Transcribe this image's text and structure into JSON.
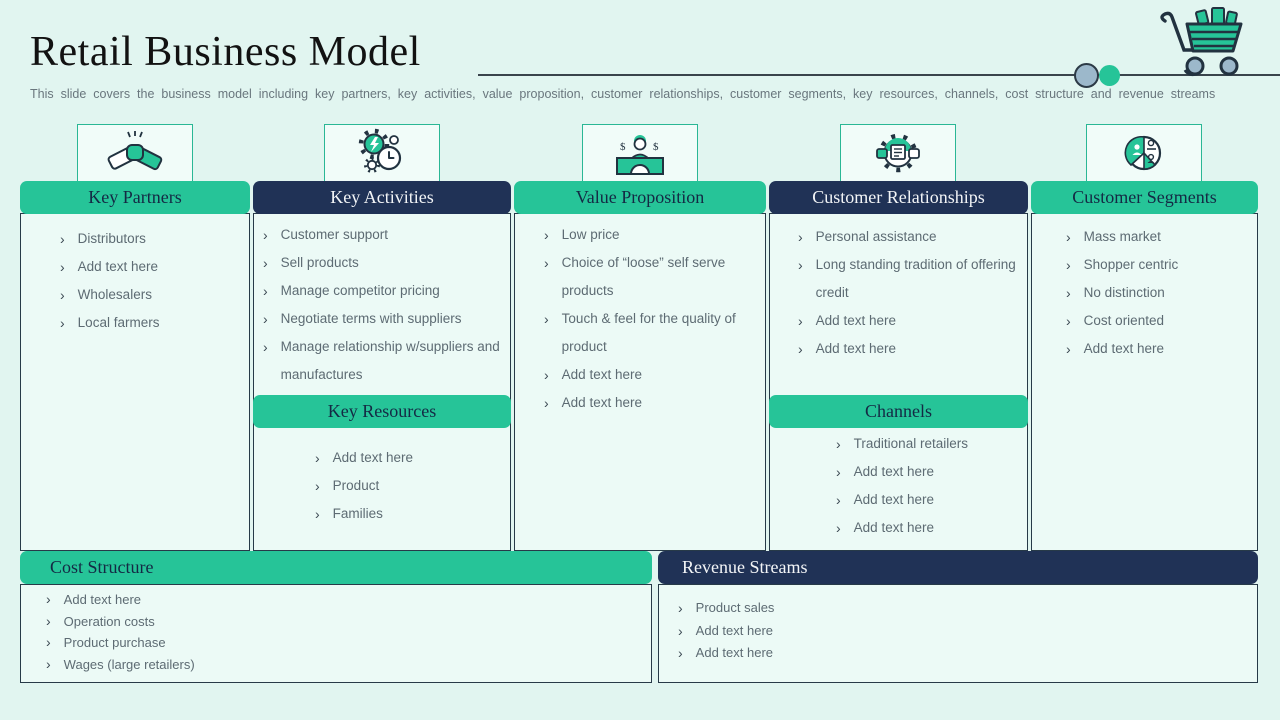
{
  "slide": {
    "title": "Retail Business Model",
    "subtitle": "This slide covers the business model including key partners, key activities, value proposition, customer relationships, customer segments, key resources, channels, cost structure and revenue streams"
  },
  "bullet": "›",
  "colors": {
    "green_accent": "#26c498",
    "navy_accent": "#203256",
    "background_mint": "#e1f5f0",
    "panel_border": "#273a48",
    "dot_blue": "#9cb8cb"
  },
  "icons": {
    "header_graphic": "shopping-cart-icon",
    "accents": [
      "blue-dot",
      "green-dot"
    ],
    "columns": [
      "handshake-icon",
      "gears-clock-icon",
      "money-person-icon",
      "gear-handshake-icon",
      "customer-segments-pie-icon"
    ],
    "bullet_glyph": "chevron-right"
  },
  "columns": [
    {
      "header": "Key Partners",
      "items": [
        "Distributors",
        "Add text here",
        "Wholesalers",
        "Local farmers"
      ]
    },
    {
      "header": "Key Activities",
      "items": [
        "Customer support",
        "Sell products",
        "Manage competitor pricing",
        "Negotiate terms with suppliers",
        "Manage relationship w/suppliers and manufactures"
      ],
      "sub": {
        "header": "Key Resources",
        "items": [
          "Add text here",
          "Product",
          "Families"
        ]
      }
    },
    {
      "header": "Value Proposition",
      "items": [
        "Low price",
        "Choice of “loose” self serve products",
        "Touch & feel for the quality of product",
        "Add text here",
        "Add text here"
      ]
    },
    {
      "header": "Customer Relationships",
      "items": [
        "Personal assistance",
        "Long standing tradition of offering credit",
        "Add text here",
        "Add text here"
      ],
      "sub": {
        "header": "Channels",
        "items": [
          "Traditional retailers",
          "Add text here",
          "Add text here",
          "Add text here"
        ]
      }
    },
    {
      "header": "Customer Segments",
      "items": [
        "Mass market",
        "Shopper centric",
        "No distinction",
        "Cost oriented",
        "Add text here"
      ]
    }
  ],
  "bottom": [
    {
      "header": "Cost Structure",
      "items": [
        "Add text here",
        "Operation costs",
        "Product purchase",
        "Wages (large retailers)"
      ]
    },
    {
      "header": "Revenue Streams",
      "items": [
        "Product sales",
        "Add text here",
        "Add text here"
      ]
    }
  ]
}
